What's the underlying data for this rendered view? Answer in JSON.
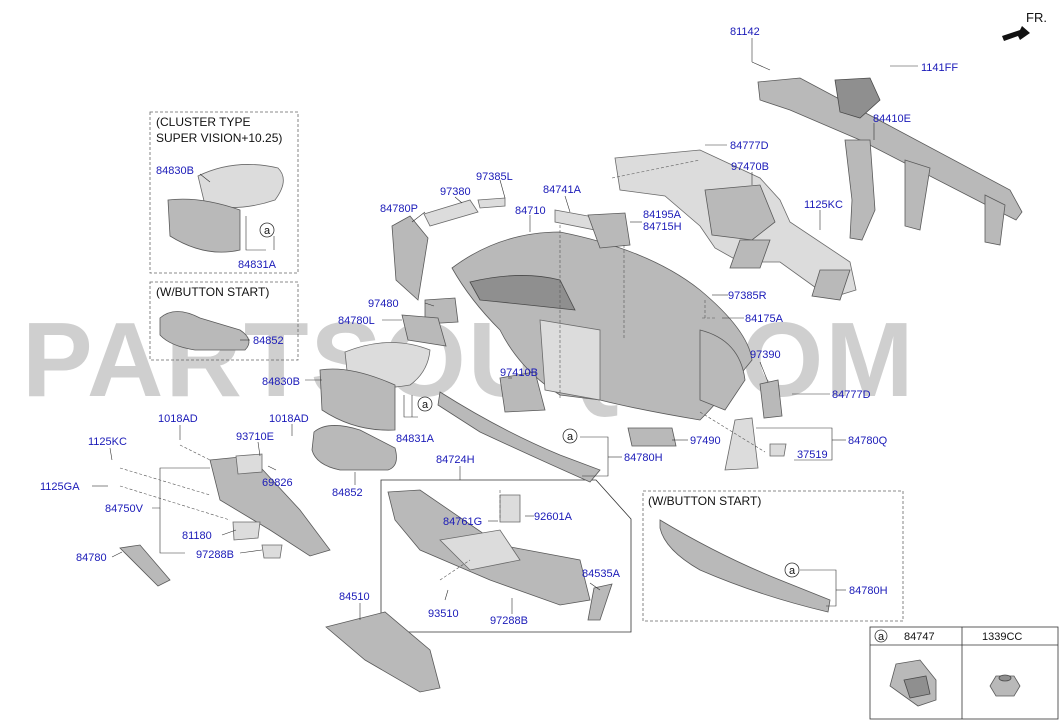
{
  "watermark": "PARTSOUQ.COM",
  "direction": "FR.",
  "notes": {
    "cluster_line1": "(CLUSTER TYPE",
    "cluster_line2": "SUPER VISION+10.25)",
    "button_start_1": "(W/BUTTON START)",
    "button_start_2": "(W/BUTTON START)"
  },
  "callout_letter": "a",
  "labels": {
    "p81142": "81142",
    "p1141FF": "1141FF",
    "p84410E": "84410E",
    "p84777D_top": "84777D",
    "p97470B": "97470B",
    "p1125KC_right": "1125KC",
    "p84830B_top": "84830B",
    "p84831A_top": "84831A",
    "p84852_top": "84852",
    "p97385L": "97385L",
    "p97380": "97380",
    "p84741A": "84741A",
    "p84780P": "84780P",
    "p84710": "84710",
    "p84195A": "84195A",
    "p84715H": "84715H",
    "p97480": "97480",
    "p84780L": "84780L",
    "p97385R": "97385R",
    "p84175A": "84175A",
    "p97390": "97390",
    "p84777D_mid": "84777D",
    "p84830B_mid": "84830B",
    "p97410B": "97410B",
    "p84831A_mid": "84831A",
    "p84852_mid": "84852",
    "p1018AD_left": "1018AD",
    "p1018AD_right": "1018AD",
    "p93710E": "93710E",
    "p69826": "69826",
    "p1125KC_left": "1125KC",
    "p1125GA": "1125GA",
    "p84750V": "84750V",
    "p81180": "81180",
    "p97288B_left": "97288B",
    "p84780": "84780",
    "p84724H": "84724H",
    "p84761G": "84761G",
    "p92601A": "92601A",
    "p84535A": "84535A",
    "p93510": "93510",
    "p97288B_mid": "97288B",
    "p84510": "84510",
    "p97490": "97490",
    "p84780H_mid": "84780H",
    "p84780Q": "84780Q",
    "p37519": "37519",
    "p84780H_box": "84780H"
  },
  "legend": {
    "col1": "84747",
    "col2": "1339CC"
  }
}
